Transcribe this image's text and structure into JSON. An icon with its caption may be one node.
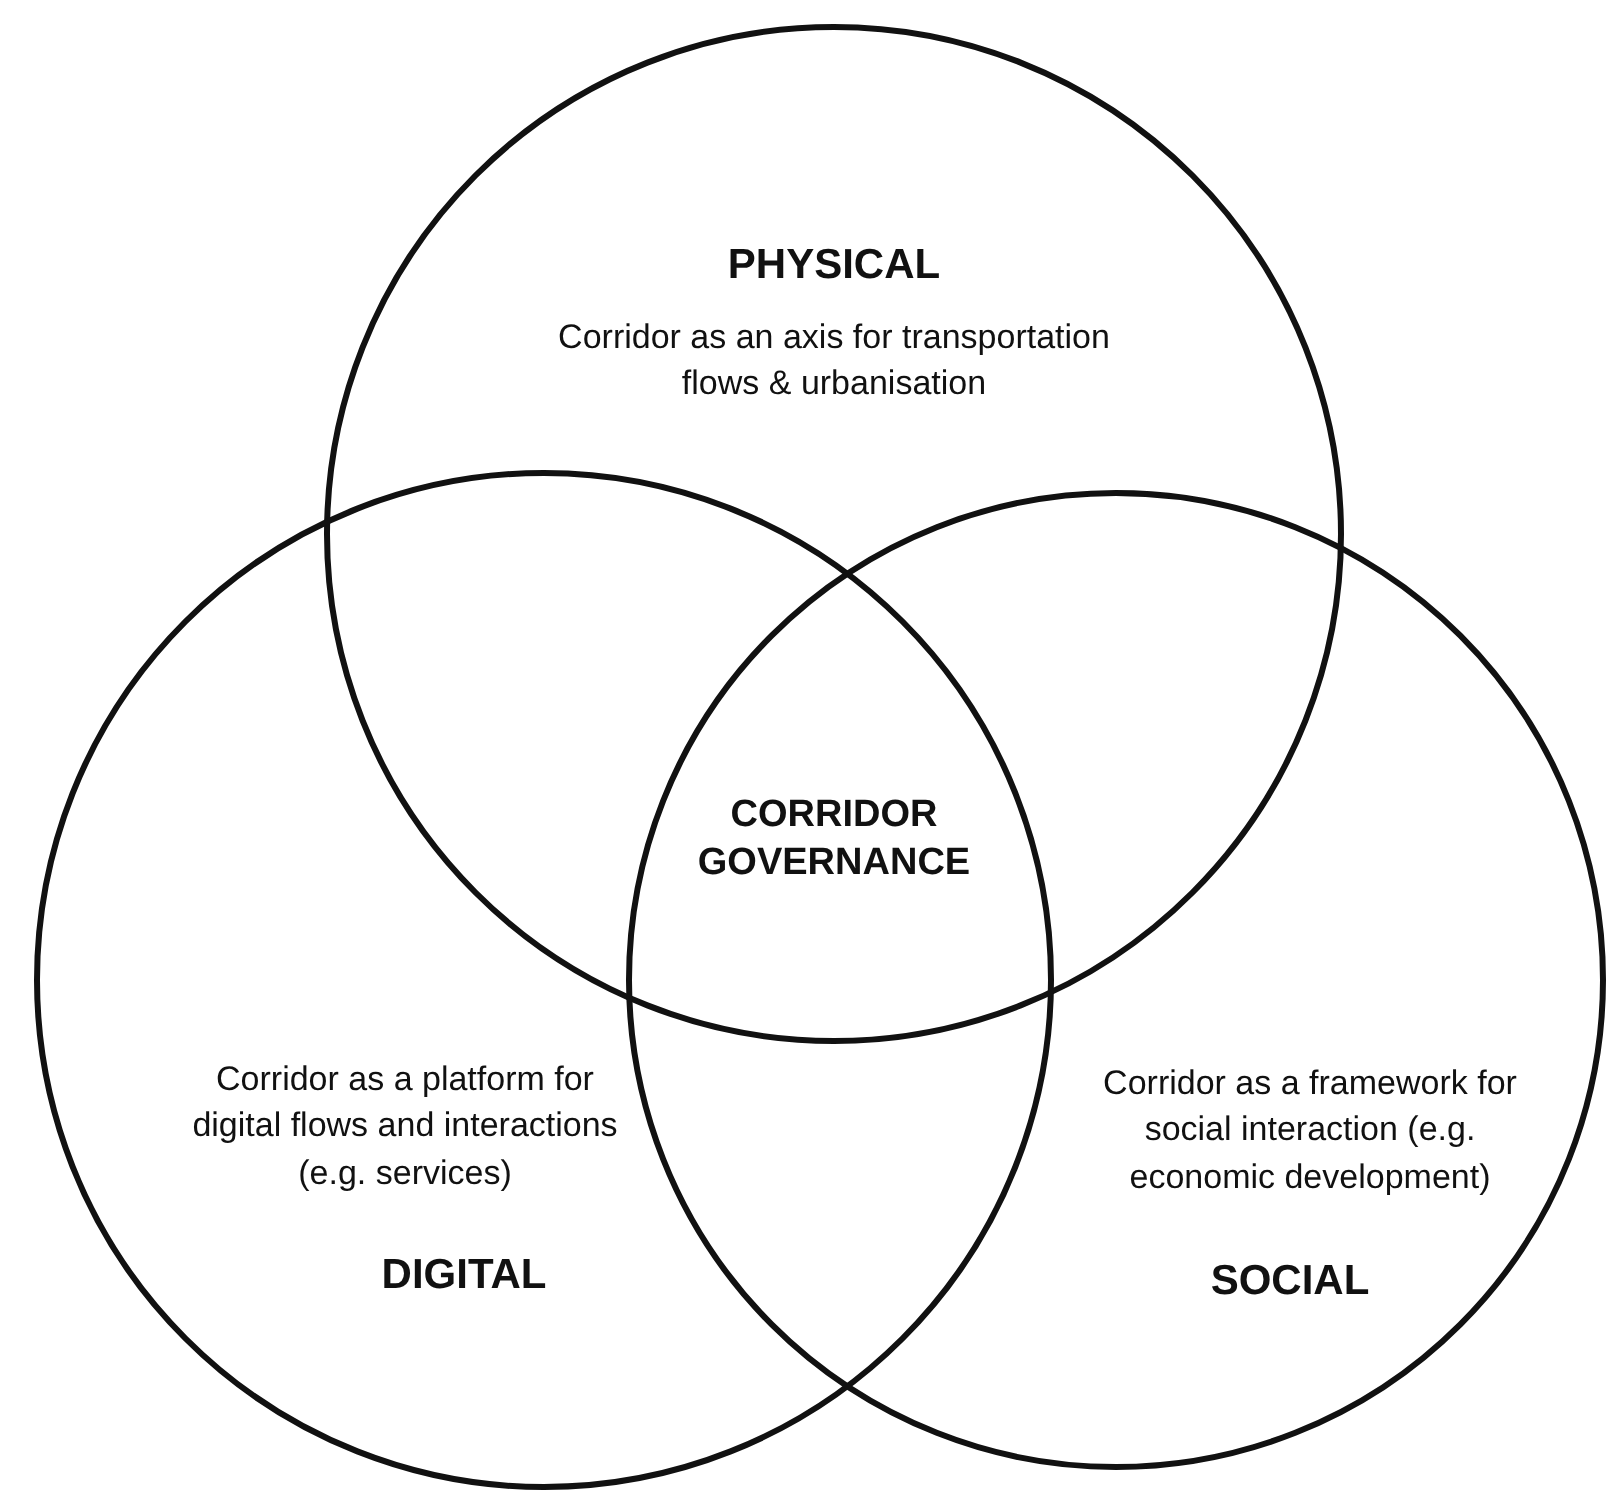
{
  "diagram": {
    "nodes": [
      {
        "text": [
          "PHYSICAL",
          "Corridor as an axis for transportation flows & urbanisation"
        ]
      },
      {
        "text": [
          "Corridor as a platform for digital flows and interactions (e.g. services)",
          "DIGITAL"
        ]
      },
      {
        "text": [
          "Corridor as a framework for social interaction (e.g. economic development)",
          "SOCIAL"
        ]
      }
    ],
    "labels": [
      "CORRIDOR GOVERNANCE"
    ]
  }
}
